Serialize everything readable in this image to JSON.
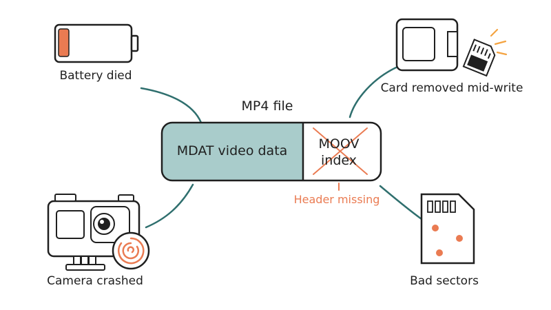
{
  "file": {
    "title": "MP4 file",
    "mdat_label": "MDAT  video data",
    "moov_line1": "MOOV",
    "moov_line2": "index",
    "header_missing": "Header missing"
  },
  "causes": {
    "battery": "Battery died",
    "card_removed": "Card removed mid-write",
    "camera_crashed": "Camera crashed",
    "bad_sectors": "Bad sectors"
  },
  "icons": {
    "battery": "battery-empty-icon",
    "card_removed": "camera-sd-card-eject-icon",
    "camera_crashed": "action-camera-spinner-icon",
    "bad_sectors": "sd-card-bad-sectors-icon"
  },
  "colors": {
    "connector": "#2f6f6e",
    "mdat_fill": "#a9cccb",
    "warning": "#ea7b52",
    "stroke": "#1f1f1f"
  }
}
